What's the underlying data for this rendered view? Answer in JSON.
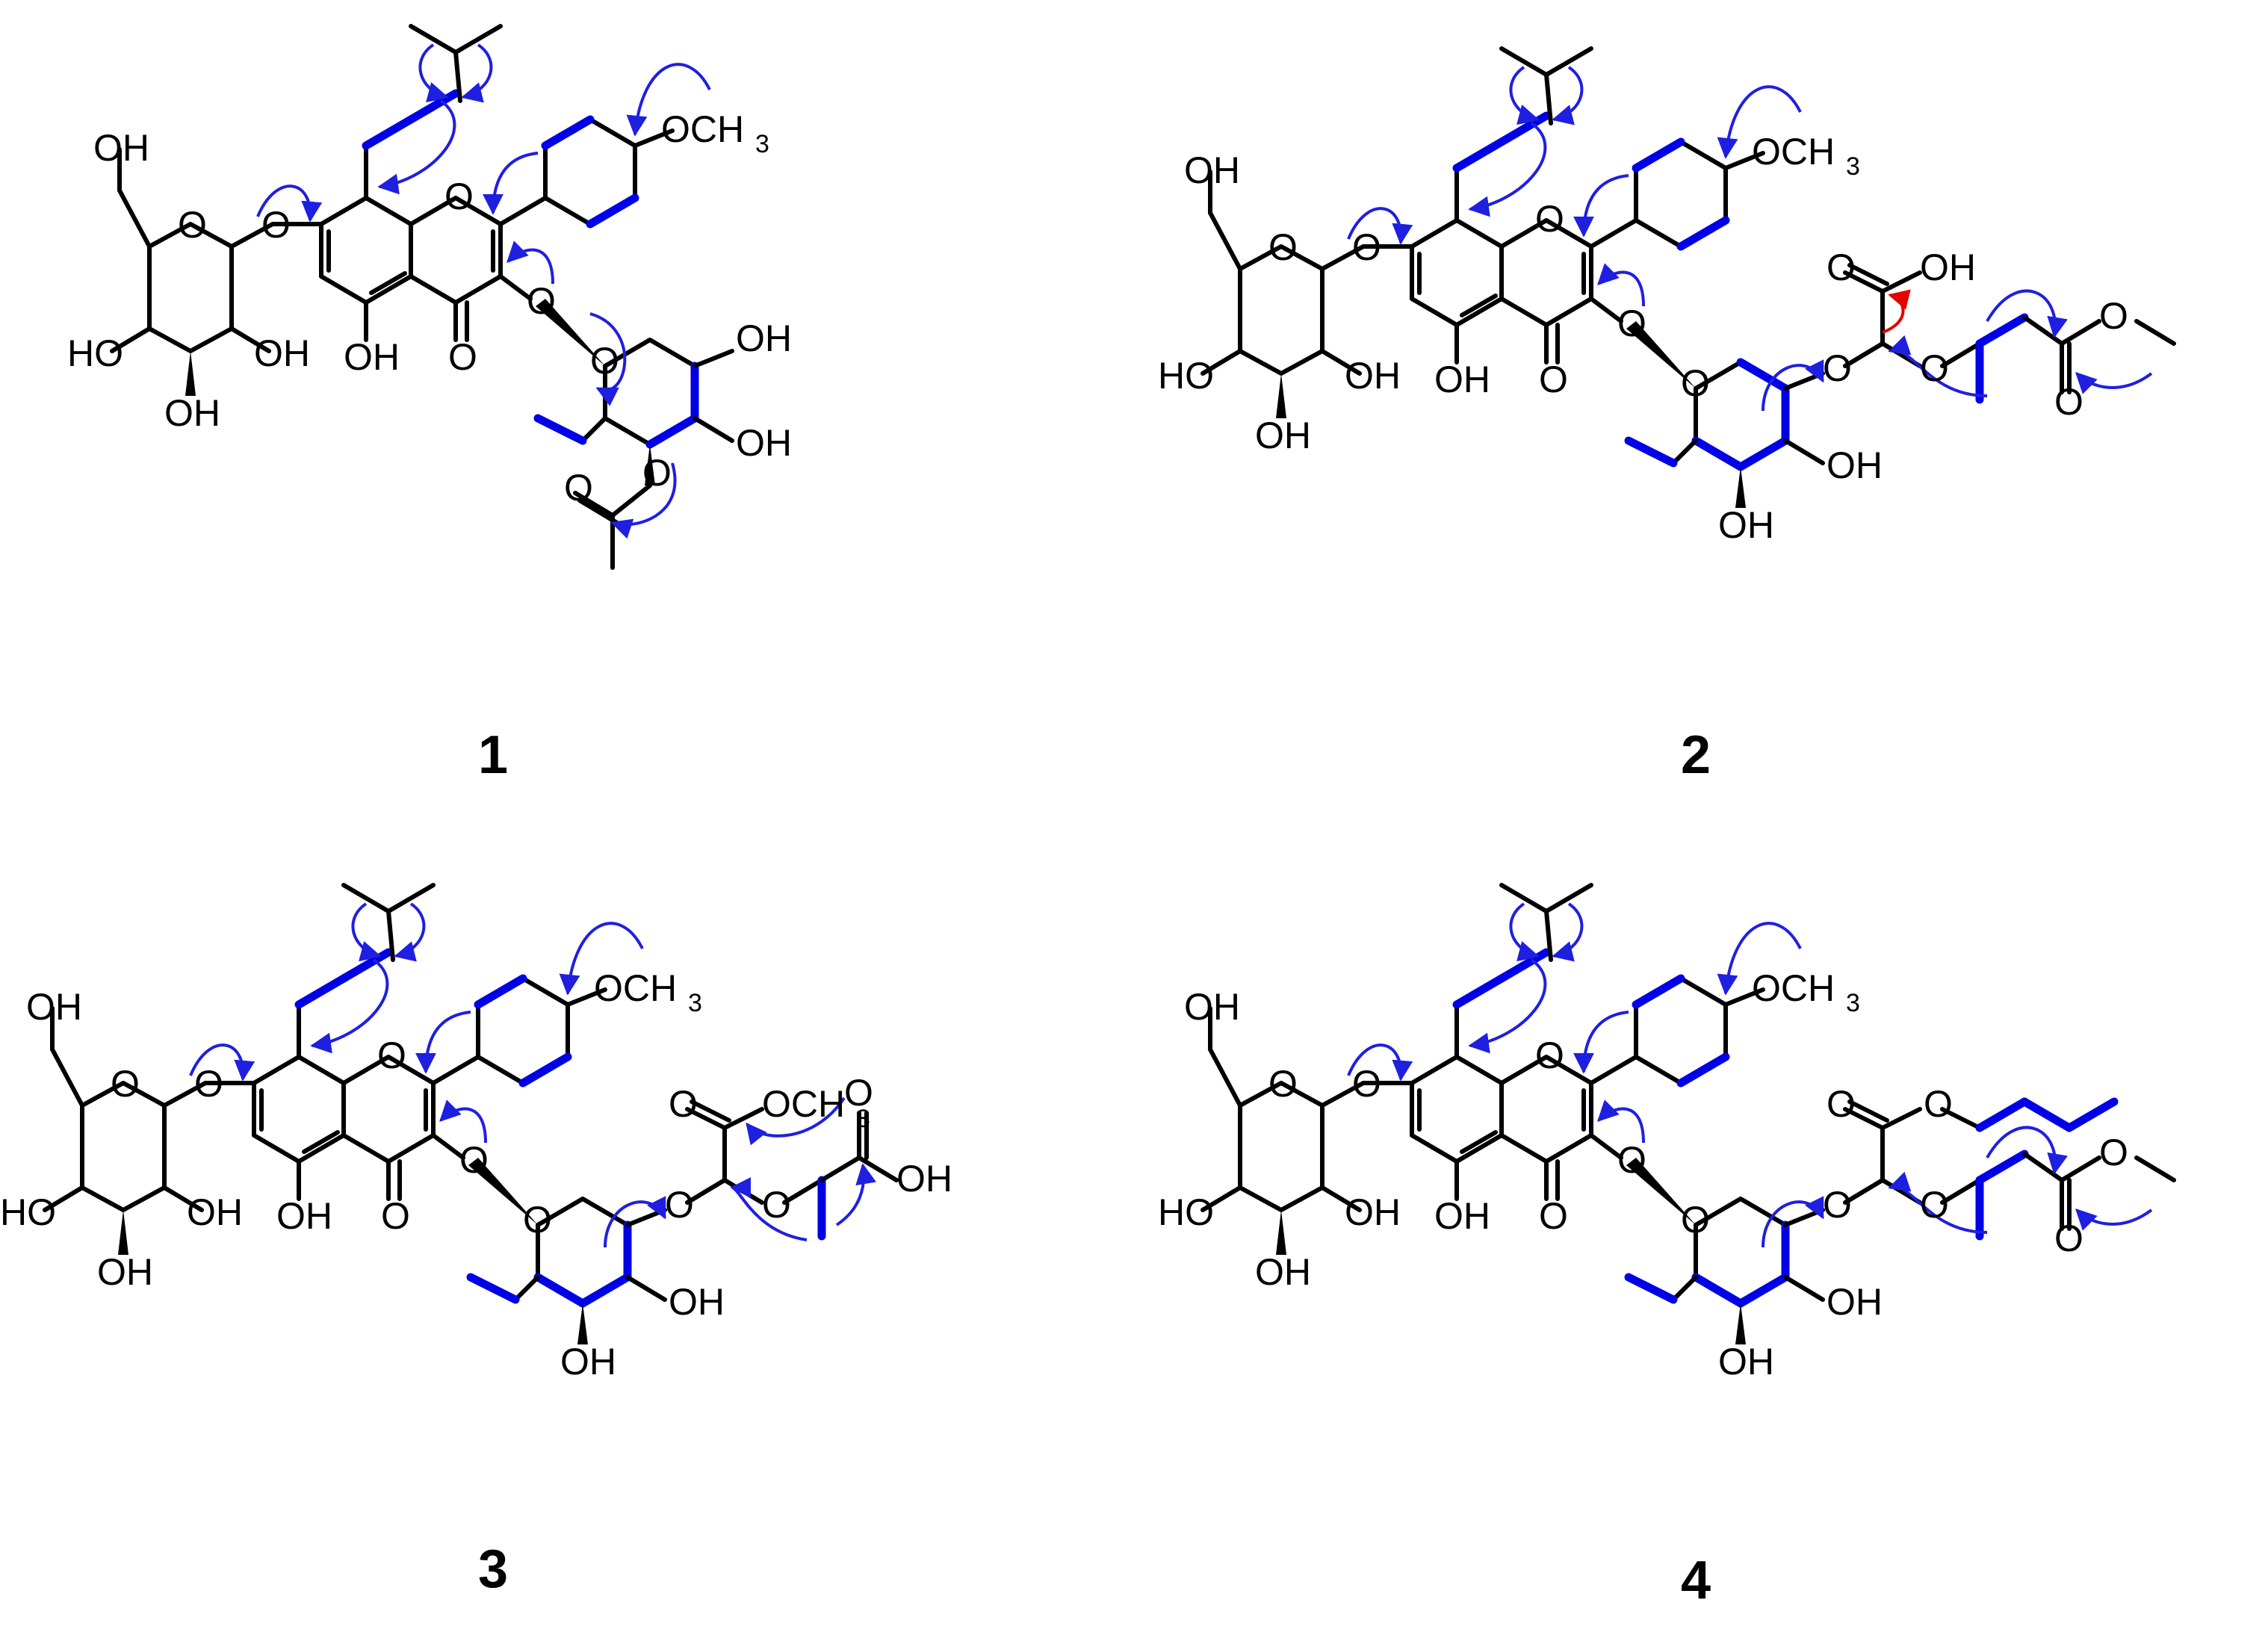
{
  "colors": {
    "highlight_bond": "#0000e6",
    "hmbc_arrow": "#1f1fe0",
    "noe_arrow": "#e60000",
    "background": "#ffffff"
  },
  "compound_labels": [
    "1",
    "2",
    "3",
    "4"
  ],
  "atoms": {
    "OH": "OH",
    "HO": "HO",
    "O": "O",
    "OCH": "OCH",
    "3": "3"
  }
}
